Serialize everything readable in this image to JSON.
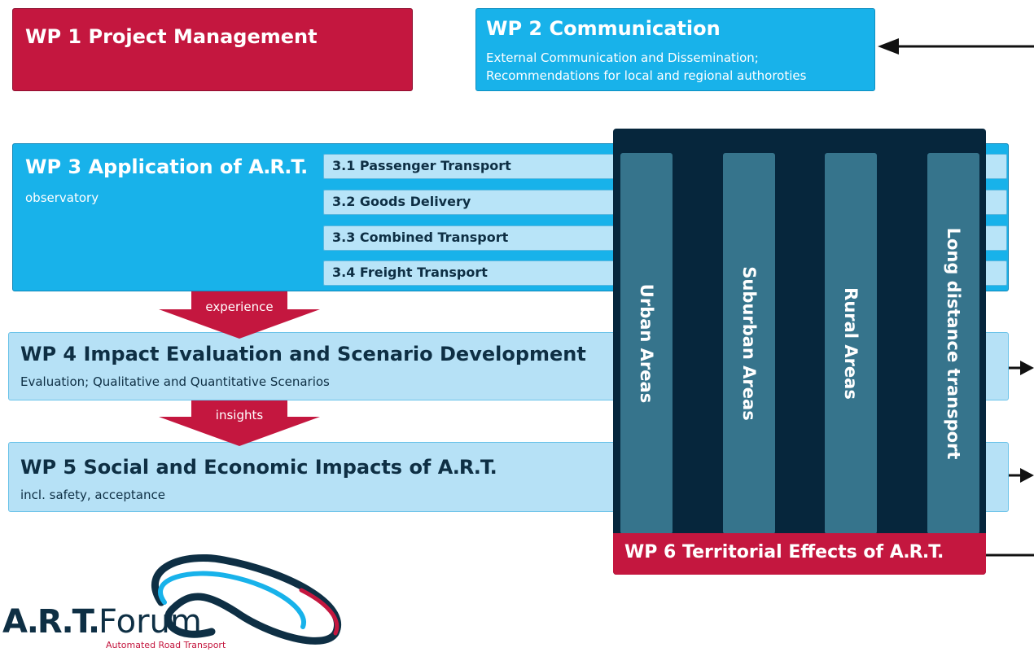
{
  "wp1": {
    "title": "WP 1 Project Management"
  },
  "wp2": {
    "title": "WP 2 Communication",
    "line1": "External Communication and Dissemination;",
    "line2": "Recommendations for local and regional authoroties"
  },
  "wp3": {
    "title_prefix": "WP 3 Application of",
    "art": "A.R.T.",
    "subtitle": "observatory",
    "subtasks": [
      "3.1 Passenger Transport",
      "3.2 Goods Delivery",
      "3.3 Combined Transport",
      "3.4 Freight Transport"
    ]
  },
  "arrows": {
    "experience": "experience",
    "insights": "insights"
  },
  "wp4": {
    "title": "WP 4 Impact Evaluation and Scenario Development",
    "subtitle": "Evaluation; Qualitative and Quantitative Scenarios"
  },
  "wp5": {
    "title_prefix": "WP 5 Social and Economic Impacts of",
    "art": "A.R.T.",
    "subtitle": "incl. safety, acceptance"
  },
  "wp6": {
    "title_prefix": "WP 6 Territorial Effects of",
    "art": "A.R.T.",
    "areas": [
      "Urban Areas",
      "Suburban Areas",
      "Rural Areas",
      "Long distance transport"
    ]
  },
  "logo": {
    "bold": "A.R.T.",
    "word": "Forum",
    "tagline": "Automated Road Transport"
  },
  "colors": {
    "crimson": "#c4173f",
    "cyan": "#18b2ea",
    "light_blue": "#b6e1f6",
    "navy": "#06263c",
    "band": "#36748c"
  }
}
